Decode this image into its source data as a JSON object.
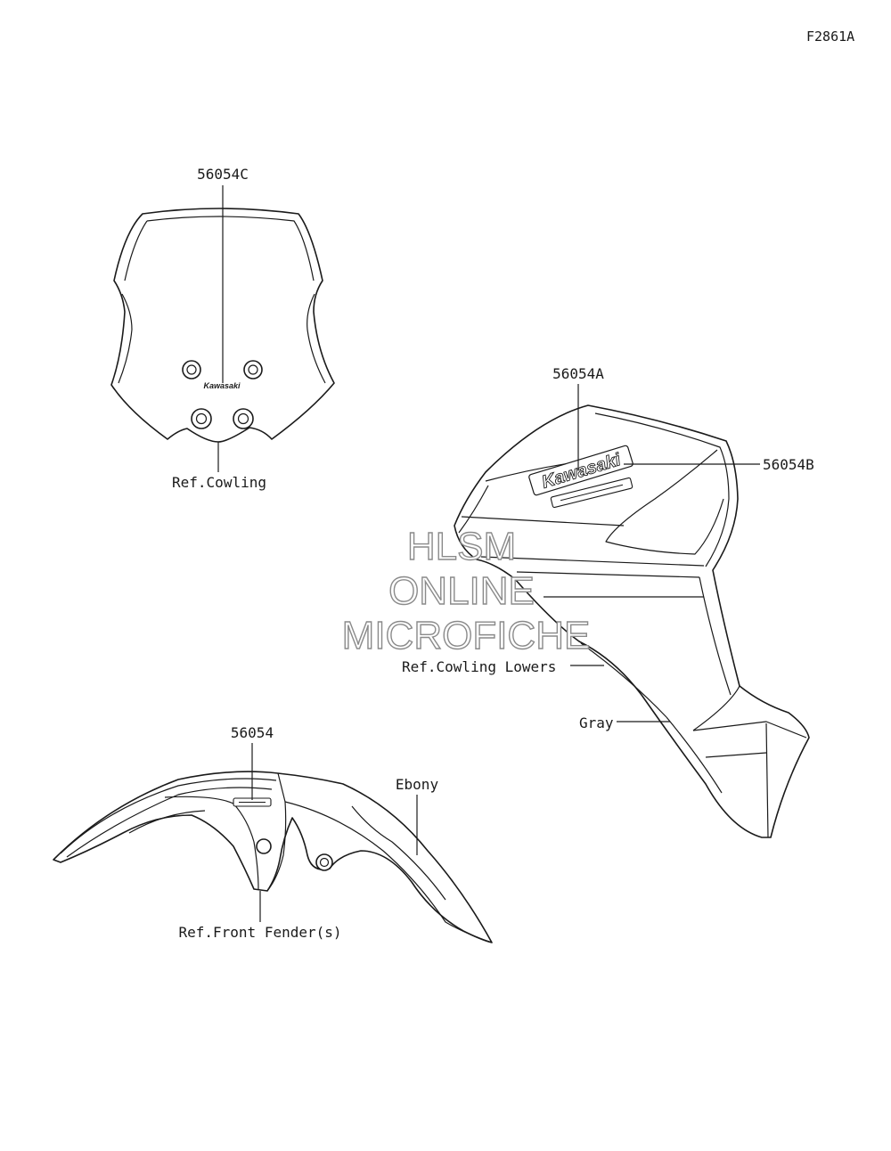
{
  "figure_code": "F2861A",
  "windshield": {
    "part_number": "56054C",
    "reference": "Ref.Cowling",
    "decal_text": "Kawasaki"
  },
  "cowling": {
    "part_number_a": "56054A",
    "part_number_b": "56054B",
    "reference": "Ref.Cowling Lowers",
    "color_label": "Gray",
    "decal_text": "Kawasaki"
  },
  "fender": {
    "part_number": "56054",
    "reference": "Ref.Front Fender(s)",
    "color_label": "Ebony"
  },
  "watermark": {
    "line1": "HLSM",
    "line2": "ONLINE",
    "line3": "MICROFICHE",
    "color": "#8a8a8a"
  }
}
